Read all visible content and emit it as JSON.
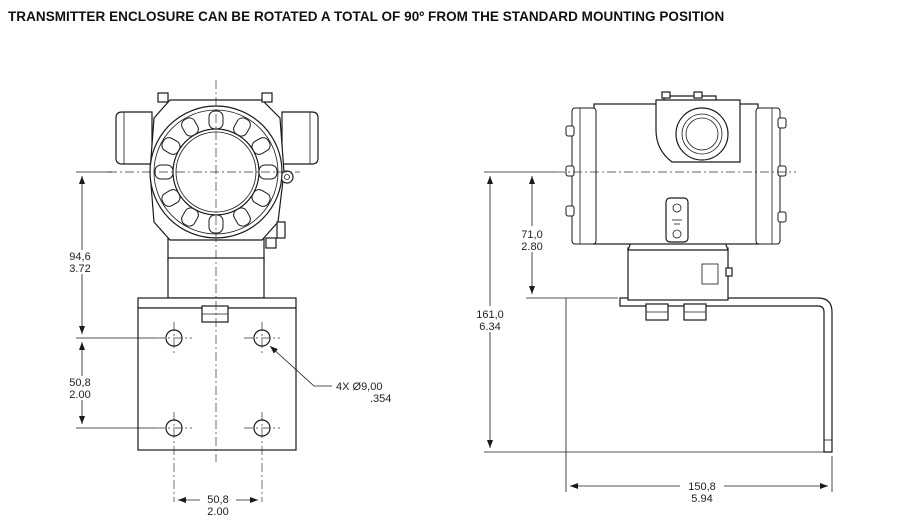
{
  "title": "TRANSMITTER ENCLOSURE CAN BE ROTATED A TOTAL OF 90º FROM THE STANDARD MOUNTING POSITION",
  "front_view": {
    "dim_height_mm": "94,6",
    "dim_height_in": "3.72",
    "dim_vert_spacing_mm": "50,8",
    "dim_vert_spacing_in": "2.00",
    "dim_horiz_spacing_mm": "50,8",
    "dim_horiz_spacing_in": "2.00",
    "holes_label": "4X Ø9,00",
    "holes_label_in": ".354"
  },
  "side_view": {
    "dim_upper_mm": "71,0",
    "dim_upper_in": "2.80",
    "dim_total_mm": "161,0",
    "dim_total_in": "6.34",
    "dim_width_mm": "150,8",
    "dim_width_in": "5.94"
  }
}
